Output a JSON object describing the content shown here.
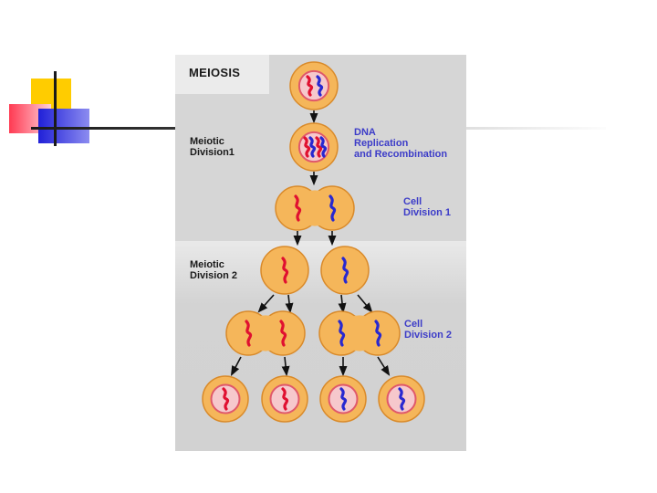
{
  "colors": {
    "yellow": "#ffcc00",
    "red": "#ff3a52",
    "blue": "#2020d8",
    "cell_fill": "#f5b65a",
    "cell_edge": "#d98a2a",
    "nucleus_fill": "#f6c8cc",
    "nucleus_edge": "#e0586a",
    "chrom_red": "#e01030",
    "chrom_blue": "#2828d0",
    "arrow": "#111111",
    "label_blue": "#3c3cc8"
  },
  "diagram": {
    "title": "MEIOSIS",
    "labels": {
      "meiotic_division_1": [
        "Meiotic",
        "Division1"
      ],
      "dna_replication": [
        "DNA",
        "Replication",
        "and Recombination"
      ],
      "cell_division_1": [
        "Cell",
        "Division 1"
      ],
      "meiotic_division_2": [
        "Meiotic",
        "Division 2"
      ],
      "cell_division_2": [
        "Cell",
        "Division 2"
      ]
    }
  }
}
